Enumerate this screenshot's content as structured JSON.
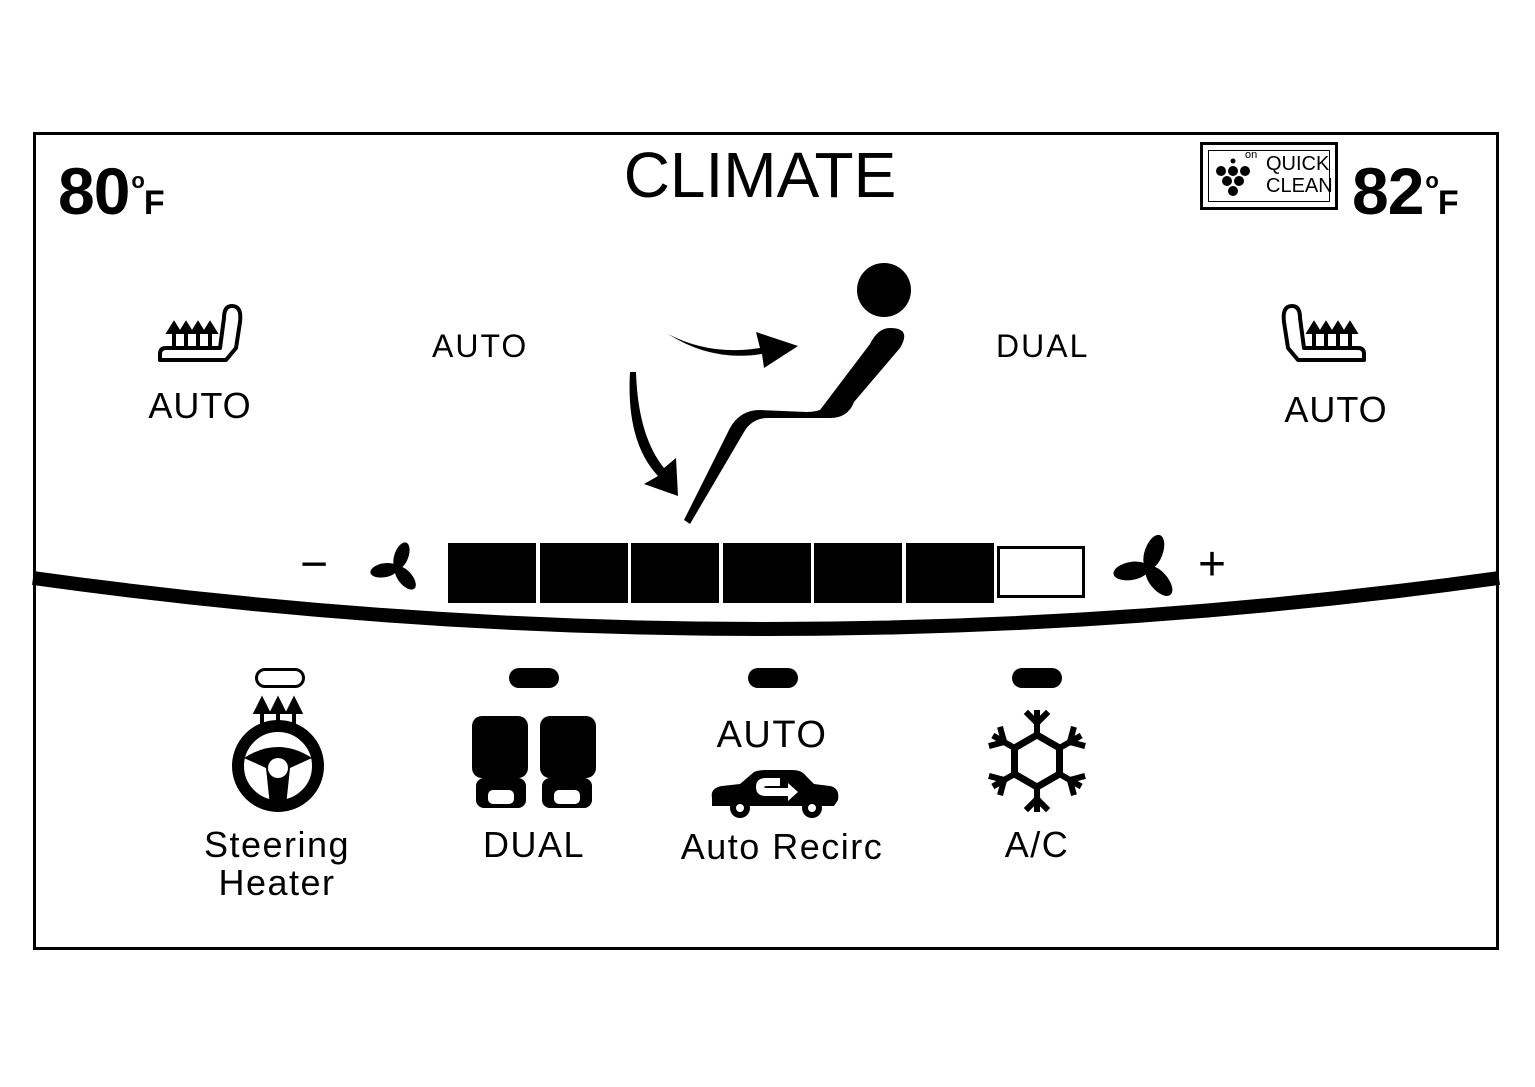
{
  "header": {
    "title": "CLIMATE",
    "driver_temp": {
      "value": "80",
      "unit": "F",
      "degree": "o"
    },
    "passenger_temp": {
      "value": "82",
      "unit": "F",
      "degree": "o"
    },
    "quick_clean": {
      "status": "on",
      "line1": "QUICK",
      "line2": "CLEAN"
    }
  },
  "seats": {
    "driver_heat_label": "AUTO",
    "passenger_heat_label": "AUTO"
  },
  "modes": {
    "left_label": "AUTO",
    "right_label": "DUAL"
  },
  "fan": {
    "minus": "−",
    "plus": "+",
    "segments_total": 7,
    "segments_filled": 6
  },
  "buttons": [
    {
      "id": "steering",
      "line1": "Steering",
      "line2": "Heater",
      "indicator_on": false
    },
    {
      "id": "dual",
      "label": "DUAL",
      "indicator_on": true
    },
    {
      "id": "recirc",
      "top_label": "AUTO",
      "label": "Auto Recirc",
      "indicator_on": true
    },
    {
      "id": "ac",
      "label": "A/C",
      "indicator_on": true
    }
  ],
  "colors": {
    "foreground": "#000000",
    "background": "#ffffff"
  }
}
